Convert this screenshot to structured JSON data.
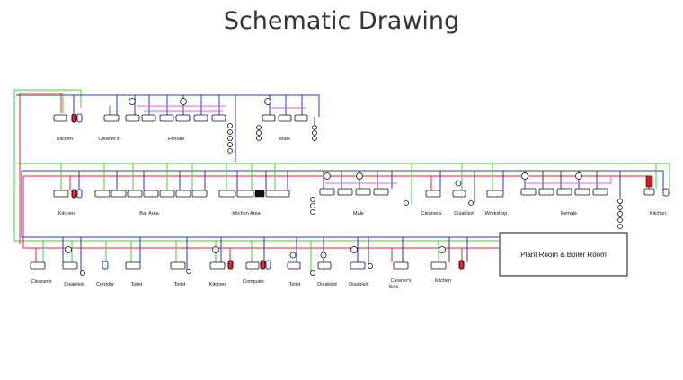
{
  "title": "Schematic Drawing",
  "colors": {
    "flow_red": "#e8232a",
    "return_blue": "#2b35c9",
    "cold_green": "#39d13b",
    "sensor_pink": "#e05ed8",
    "outline": "#111111",
    "tank_red": "#e0161b"
  },
  "labels": {
    "top_kitchen": "Kitchen",
    "top_cleaners": "Cleaner's",
    "top_female": "Female",
    "top_male": "Male",
    "mid_kitchen": "Kitchen",
    "mid_bar_area": "Bar Area",
    "mid_kitchen_area": "Kitchen Area",
    "mid_male": "Male",
    "mid_cleaners": "Cleaner's",
    "mid_disabled": "Disabled",
    "mid_workshop": "Workshop",
    "mid_female": "Female",
    "mid_kitchen_right": "Kitchen",
    "bot_cleaners": "Cleaner's",
    "bot_disabled_1": "Disabled",
    "bot_corridor": "Corridor",
    "bot_toilet_1": "Toilet",
    "bot_toilet_2": "Toilet",
    "bot_kitchen_1": "Kitchen",
    "bot_computer": "Computer",
    "bot_toilet_3": "Toilet",
    "bot_disabled_2": "Disabled",
    "bot_disabled_3": "Disabled",
    "bot_cleaners_sink_l1": "Cleaner's",
    "bot_cleaners_sink_l2": "Sink",
    "bot_kitchen_2": "Kitchen"
  },
  "plant_room": "Plant Room & Boiler Room"
}
